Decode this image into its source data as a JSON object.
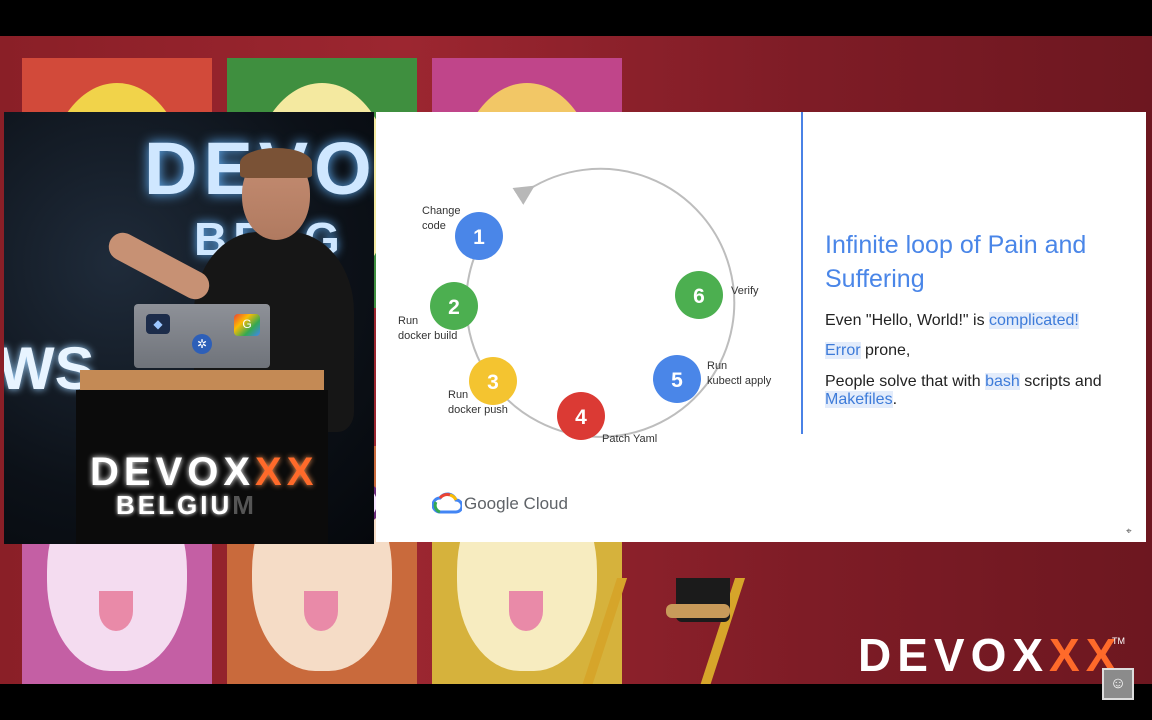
{
  "slide": {
    "title": "Infinite loop of Pain and Suffering",
    "line1": {
      "text": "Even \"Hello, World!\" is ",
      "highlight": "complicated!"
    },
    "line2": {
      "highlight": "Error",
      "text": " prone,"
    },
    "line3": {
      "text": "People solve that with ",
      "highlight1": "bash",
      "text2": " scripts and ",
      "highlight2": "Makefiles",
      "text3": "."
    },
    "brand": "Google Cloud",
    "steps": [
      {
        "num": "1",
        "label_lines": [
          "Change",
          "code"
        ],
        "color": "#4a86e8"
      },
      {
        "num": "2",
        "label_lines": [
          "Run",
          "docker build"
        ],
        "color": "#4caf50"
      },
      {
        "num": "3",
        "label_lines": [
          "Run",
          "docker push"
        ],
        "color": "#f4c430"
      },
      {
        "num": "4",
        "label_lines": [
          "Patch Yaml"
        ],
        "color": "#db3a34"
      },
      {
        "num": "5",
        "label_lines": [
          "Run",
          "kubectl apply"
        ],
        "color": "#4a86e8"
      },
      {
        "num": "6",
        "label_lines": [
          "Verify"
        ],
        "color": "#4caf50"
      }
    ]
  },
  "stage": {
    "backdrop_text_1": "DEVOX",
    "backdrop_text_2": "BELG",
    "backdrop_text_3": "WS",
    "podium_line_1": "DEVOX",
    "podium_line_1_accent": "X",
    "podium_line_2": "BELGIU",
    "podium_line_2_dim": "M",
    "brand_logo": "DEVOX",
    "brand_logo_accent": "X",
    "brand_tm": "TM"
  },
  "icons": [
    "google-cloud-logo-icon",
    "loop-arrow-icon",
    "avatar-icon"
  ],
  "colors": {
    "accent": "#4a86e8",
    "stage_red": "#9c2630",
    "devoxx_orange": "#ff6a2a"
  }
}
